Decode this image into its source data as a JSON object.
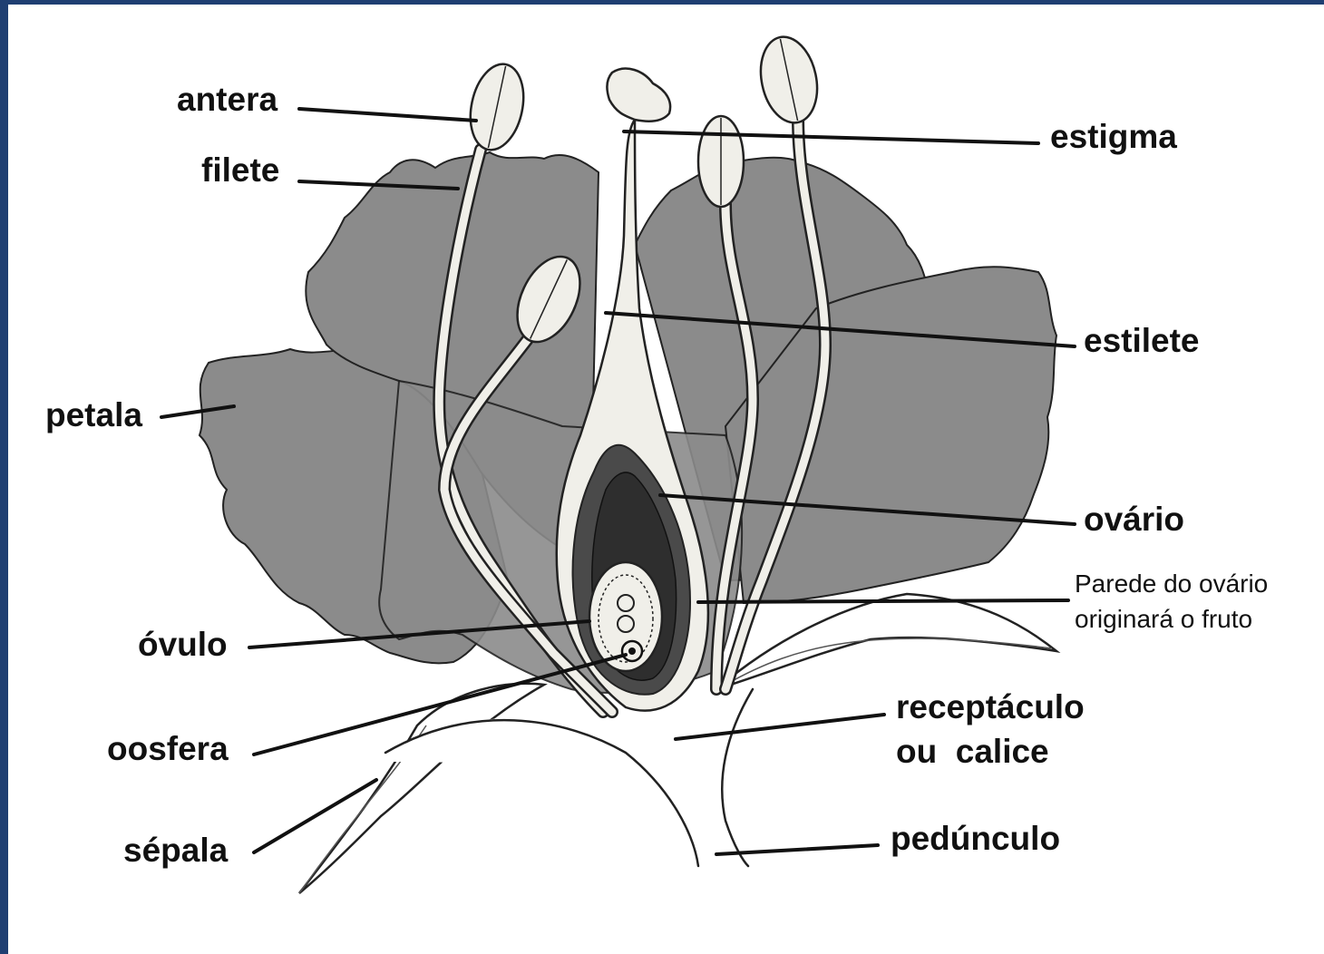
{
  "labels": {
    "antera": "antera",
    "filete": "filete",
    "estigma": "estigma",
    "estilete": "estilete",
    "petala": "petala",
    "ovario": "ovário",
    "parede_line1": "Parede do ovário",
    "parede_line2": "originará o fruto",
    "ovulo": "óvulo",
    "oosfera": "oosfera",
    "receptaculo_line1": "receptáculo",
    "receptaculo_line2": "ou  calice",
    "sepala": "sépala",
    "pedunculo": "pedúnculo"
  },
  "colors": {
    "frame": "#1f3f72",
    "petal": "#8b8b8b",
    "ovary_inner": "#3a3a3a",
    "pale": "#f0efe9"
  }
}
